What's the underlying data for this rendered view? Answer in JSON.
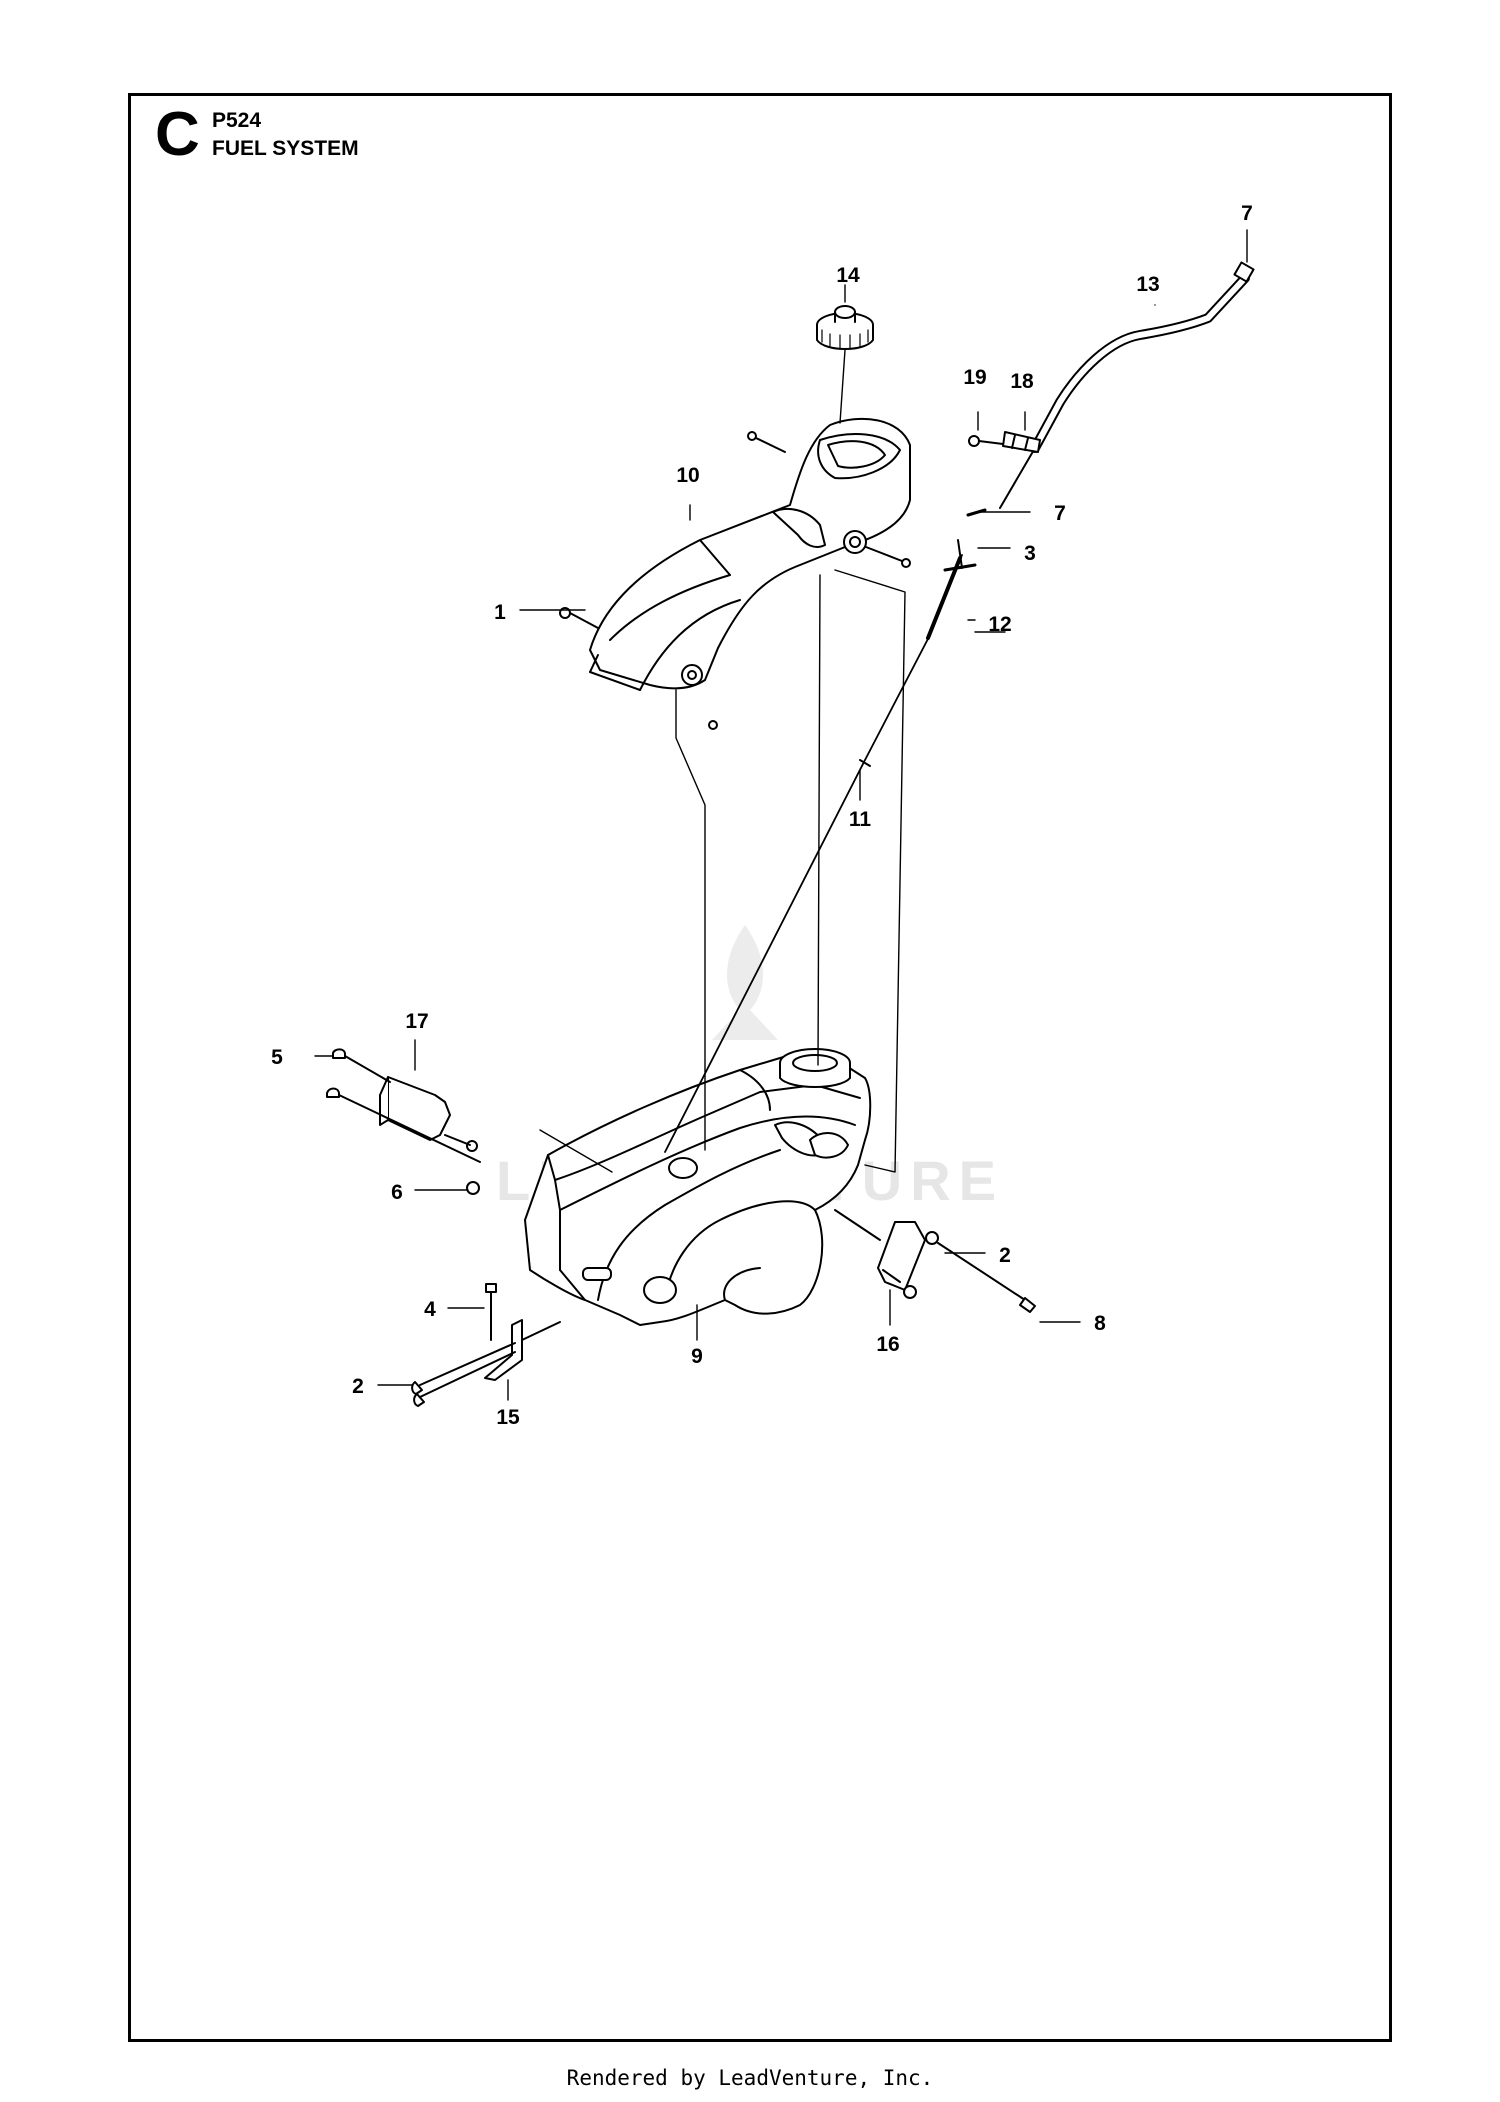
{
  "header": {
    "section_letter": "C",
    "model": "P524",
    "title": "FUEL SYSTEM"
  },
  "watermark": "LEADVENTURE",
  "callouts": {
    "c1": "1",
    "c2a": "2",
    "c2b": "2",
    "c3": "3",
    "c4": "4",
    "c5": "5",
    "c6": "6",
    "c7a": "7",
    "c7b": "7",
    "c8": "8",
    "c9": "9",
    "c10": "10",
    "c11": "11",
    "c12": "12",
    "c13": "13",
    "c14": "14",
    "c15": "15",
    "c16": "16",
    "c17": "17",
    "c18": "18",
    "c19": "19"
  },
  "footer": "Rendered by LeadVenture, Inc."
}
